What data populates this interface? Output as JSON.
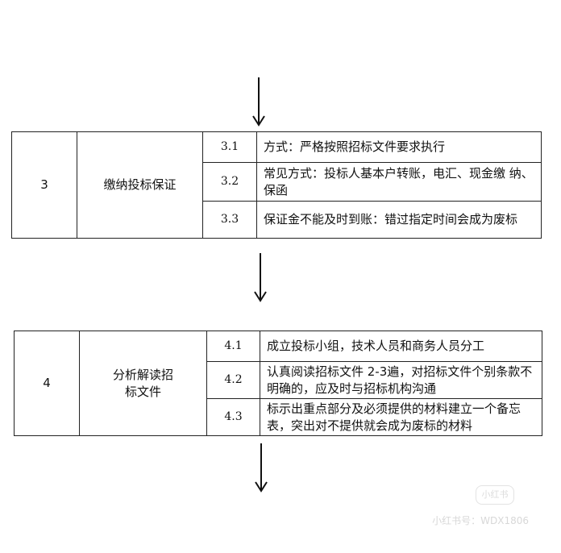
{
  "steps": [
    {
      "number": "3",
      "title": "缴纳投标保证",
      "items": [
        {
          "num": "3.1",
          "text": "方式：严格按照招标文件要求执行"
        },
        {
          "num": "3.2",
          "text": "常见方式：投标人基本户转账，电汇、现金缴 纳、保函"
        },
        {
          "num": "3.3",
          "text": "保证金不能及时到账：错过指定时间会成为废标"
        }
      ]
    },
    {
      "number": "4",
      "title": "分析解读招标文件",
      "items": [
        {
          "num": "4.1",
          "text": "成立投标小组，技术人员和商务人员分工"
        },
        {
          "num": "4.2",
          "text": "认真阅读招标文件 2-3遍，对招标文件个别条款不明确的，应及时与招标机构沟通"
        },
        {
          "num": "4.3",
          "text": "标示出重点部分及必须提供的材料建立一个备忘表，突出对不提供就会成为废标的材料"
        }
      ]
    }
  ],
  "watermark": {
    "logo_text": "小红书",
    "text": "小红书号：WDX1806"
  }
}
